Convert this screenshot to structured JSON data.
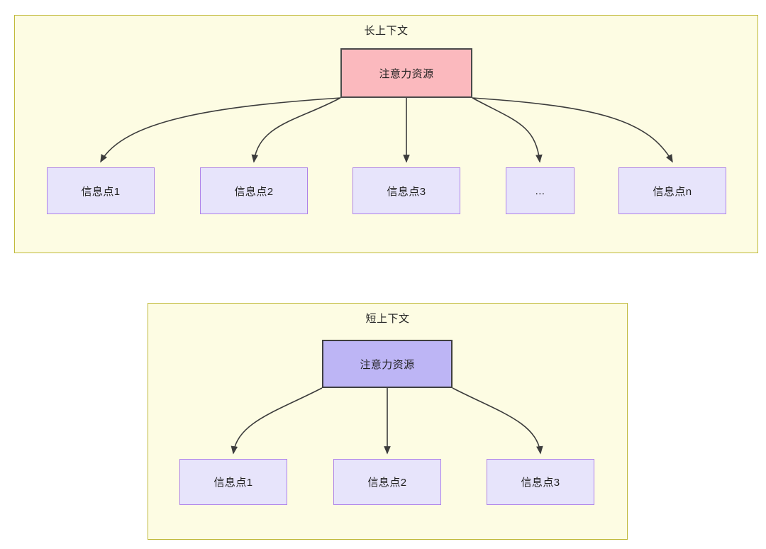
{
  "diagram": {
    "type": "flowchart",
    "background_color": "#FFFFFF",
    "group_fill_color": "#FDFCE3",
    "group_border_color": "#C0B93A",
    "edge_color": "#3C3C3C",
    "groups": [
      {
        "id": "long-context",
        "title": "长上下文",
        "root": {
          "label": "注意力资源",
          "fill_color": "#FBB9BE",
          "border_color": "#4A4A4A"
        },
        "children": [
          {
            "label": "信息点1"
          },
          {
            "label": "信息点2"
          },
          {
            "label": "信息点3"
          },
          {
            "label": "..."
          },
          {
            "label": "信息点n"
          }
        ],
        "child_fill_color": "#E7E4FB",
        "child_border_color": "#AE82E8"
      },
      {
        "id": "short-context",
        "title": "短上下文",
        "root": {
          "label": "注意力资源",
          "fill_color": "#BDB5F5",
          "border_color": "#3F3F3F"
        },
        "children": [
          {
            "label": "信息点1"
          },
          {
            "label": "信息点2"
          },
          {
            "label": "信息点3"
          }
        ],
        "child_fill_color": "#E7E4FB",
        "child_border_color": "#AE82E8"
      }
    ]
  }
}
